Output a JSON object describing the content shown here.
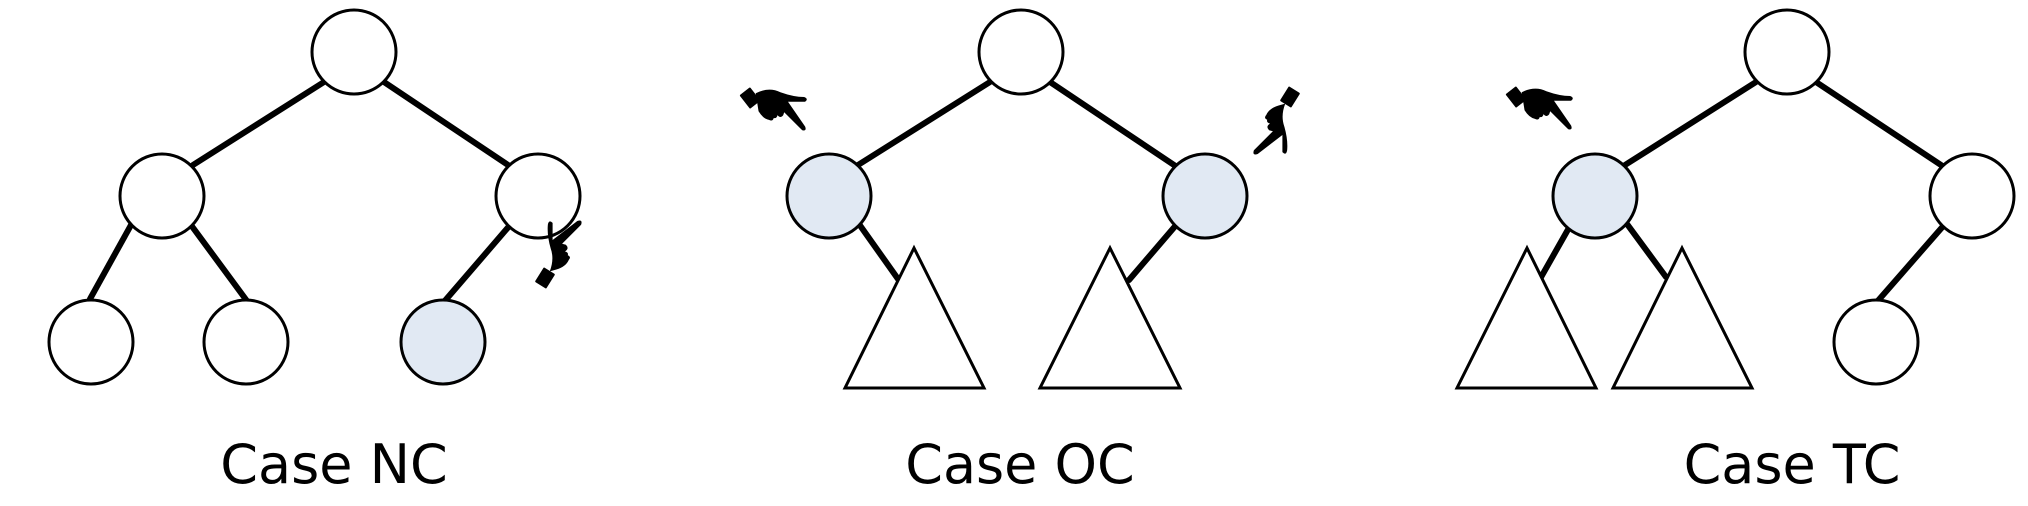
{
  "colors": {
    "node_default": "#ffffff",
    "node_highlight": "#e1e9f3",
    "stroke": "#000000"
  },
  "icons": {
    "pointer": "pointing-hand-icon"
  },
  "panels": [
    {
      "id": "nc",
      "caption": "Case NC",
      "nodes": [
        {
          "id": "root",
          "highlight": false
        },
        {
          "id": "left",
          "highlight": false
        },
        {
          "id": "right",
          "highlight": false
        },
        {
          "id": "left-left",
          "highlight": false
        },
        {
          "id": "left-right",
          "highlight": false
        },
        {
          "id": "right-left",
          "highlight": true
        }
      ],
      "subtrees": 0
    },
    {
      "id": "oc",
      "caption": "Case OC",
      "nodes": [
        {
          "id": "root",
          "highlight": false
        },
        {
          "id": "left",
          "highlight": true
        },
        {
          "id": "right",
          "highlight": true
        }
      ],
      "subtrees": 2
    },
    {
      "id": "tc",
      "caption": "Case TC",
      "nodes": [
        {
          "id": "root",
          "highlight": false
        },
        {
          "id": "left",
          "highlight": true
        },
        {
          "id": "right",
          "highlight": false
        },
        {
          "id": "right-left",
          "highlight": false
        }
      ],
      "subtrees": 2
    }
  ]
}
